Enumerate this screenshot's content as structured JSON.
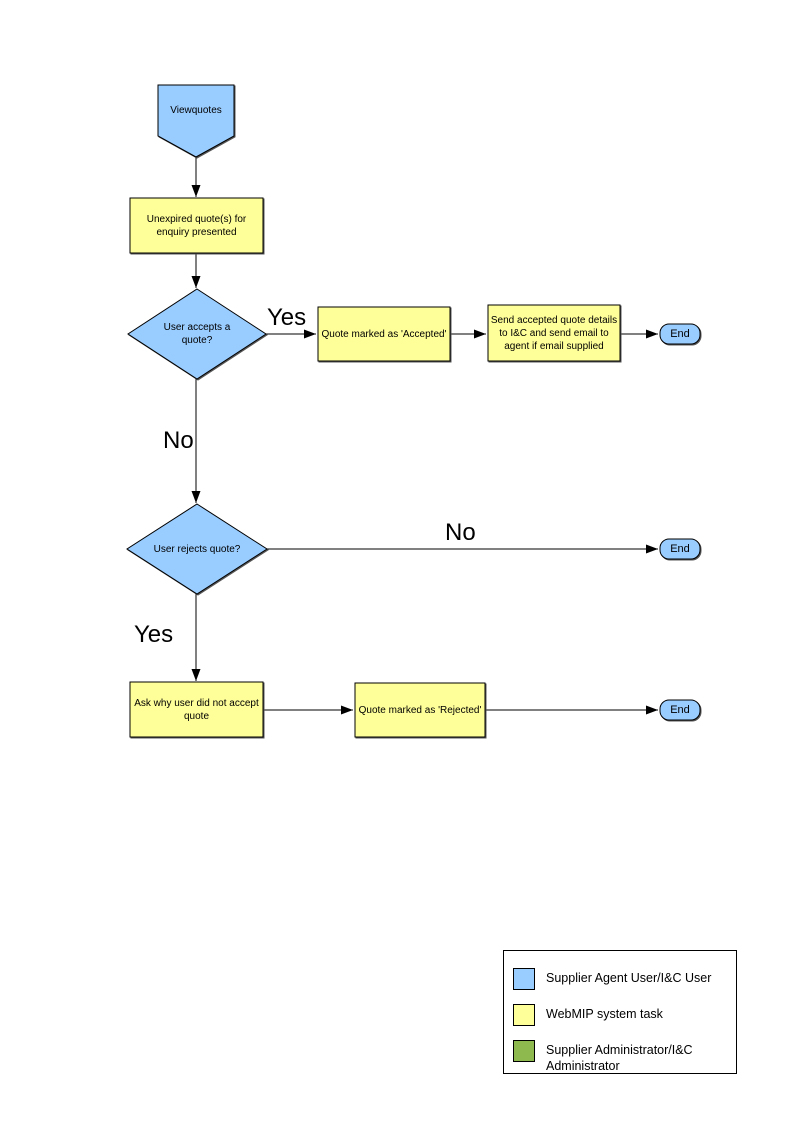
{
  "colors": {
    "user_shape": "#99CCFF",
    "system_task": "#FFFF99",
    "admin_shape": "#8DB94E",
    "outline": "#000000"
  },
  "nodes": {
    "start": {
      "label": "Viewquotes"
    },
    "present_quotes": {
      "label": "Unexpired quote(s) for enquiry presented"
    },
    "accept_decision": {
      "label": "User accepts a quote?"
    },
    "mark_accepted": {
      "label": "Quote marked as 'Accepted'"
    },
    "send_details": {
      "label": "Send accepted quote details to I&C and send email to agent if email supplied"
    },
    "end_accept": {
      "label": "End"
    },
    "reject_decision": {
      "label": "User rejects quote?"
    },
    "end_no_reject": {
      "label": "End"
    },
    "ask_why": {
      "label": "Ask why user did not accept quote"
    },
    "mark_rejected": {
      "label": "Quote marked as 'Rejected'"
    },
    "end_reject": {
      "label": "End"
    }
  },
  "edge_labels": {
    "accept_yes": "Yes",
    "accept_no": "No",
    "reject_no": "No",
    "reject_yes": "Yes"
  },
  "legend": {
    "items": [
      {
        "label": "Supplier Agent User/I&C User",
        "color": "#99CCFF"
      },
      {
        "label": "WebMIP system task",
        "color": "#FFFF99"
      },
      {
        "label": "Supplier Administrator/I&C Administrator",
        "color": "#8DB94E"
      }
    ]
  }
}
